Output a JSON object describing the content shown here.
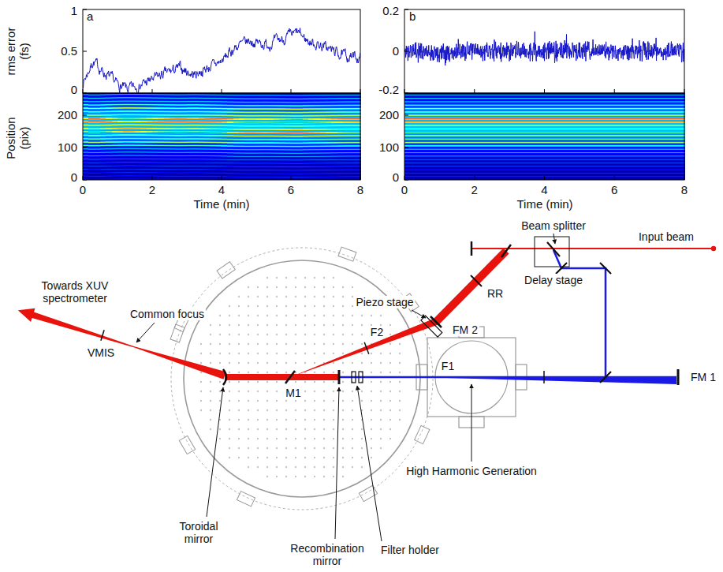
{
  "diagram": {
    "labels": [
      "a",
      "b",
      "1",
      "0.2",
      "rms error (fs)",
      "0.5",
      "0",
      "0",
      "-0.2",
      "Position (pix)",
      "200",
      "200",
      "100",
      "100",
      "0",
      "0",
      "0",
      "2",
      "4",
      "6",
      "8",
      "0",
      "2",
      "4",
      "6",
      "8",
      "Time (min)",
      "Time (min)",
      "Beam splitter",
      "Input beam",
      "Towards XUV spectrometer",
      "Common focus",
      "Piezo stage",
      "RR",
      "Delay stage",
      "F2",
      "FM 2",
      "VMIS",
      "F1",
      "FM 1",
      "M1",
      "High Harmonic Generation",
      "Toroidal mirror",
      "Recombination mirror",
      "Filter holder"
    ]
  }
}
